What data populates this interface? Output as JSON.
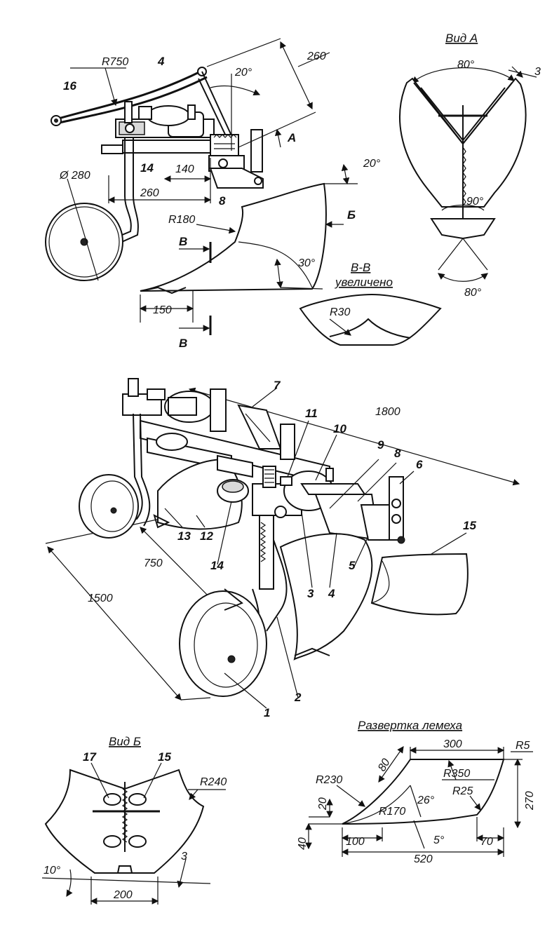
{
  "view_side": {
    "dims": {
      "r750": "R750",
      "a20_top": "20°",
      "d260_top": "260",
      "d140": "140",
      "d260": "260",
      "d280": "Ø 280",
      "a20_right": "20°",
      "r180": "R180",
      "a30": "30°",
      "d150": "150"
    },
    "parts": {
      "p16": "16",
      "p4": "4",
      "p14": "14",
      "p8": "8"
    },
    "markers": {
      "a": "А",
      "b": "Б",
      "v1": "В",
      "v2": "В"
    }
  },
  "view_a": {
    "title": "Вид А",
    "a80_top": "80°",
    "d3": "3",
    "a90": "90°",
    "a80_bot": "80°"
  },
  "section_vv": {
    "title": "В-В",
    "subtitle": "увеличено",
    "r30": "R30"
  },
  "assembly": {
    "dims": {
      "d1800": "1800",
      "d750": "750",
      "d1500": "1500"
    },
    "parts": {
      "p1": "1",
      "p2": "2",
      "p3": "3",
      "p4": "4",
      "p5": "5",
      "p6": "6",
      "p7": "7",
      "p8": "8",
      "p9": "9",
      "p10": "10",
      "p11": "11",
      "p12": "12",
      "p13": "13",
      "p14": "14",
      "p15": "15"
    }
  },
  "view_b": {
    "title": "Вид Б",
    "p17": "17",
    "p15": "15",
    "r240": "R240",
    "a10": "10°",
    "d3": "3",
    "d200": "200"
  },
  "development": {
    "title": "Развертка лемеха",
    "d300": "300",
    "r5": "R5",
    "d80": "80",
    "r230": "R230",
    "r350": "R350",
    "r25": "R25",
    "d20": "20",
    "a26": "26°",
    "r170": "R170",
    "d270": "270",
    "d40": "40",
    "d100": "100",
    "a5": "5°",
    "d70": "70",
    "d520": "520"
  }
}
